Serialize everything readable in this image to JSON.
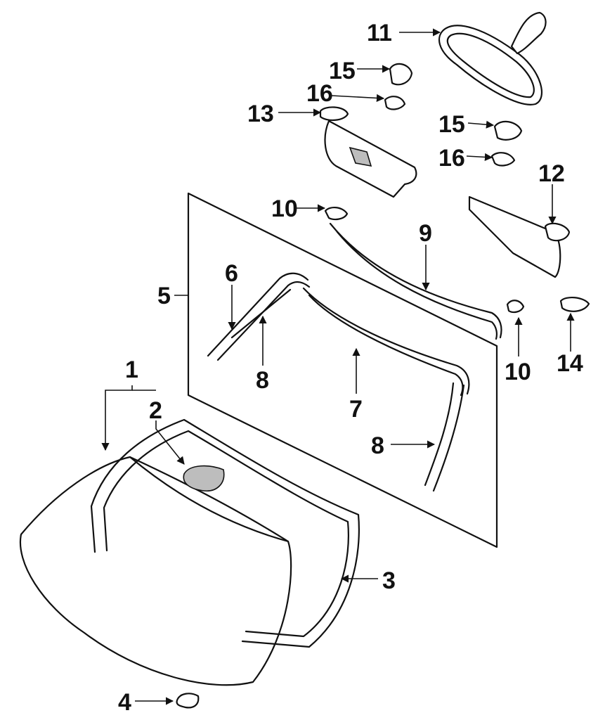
{
  "colors": {
    "line": "#111111",
    "background": "#ffffff",
    "shade": "#bdbdbd"
  },
  "callouts": [
    {
      "id": "c1",
      "label": "1"
    },
    {
      "id": "c2",
      "label": "2"
    },
    {
      "id": "c3",
      "label": "3"
    },
    {
      "id": "c4",
      "label": "4"
    },
    {
      "id": "c5",
      "label": "5"
    },
    {
      "id": "c6",
      "label": "6"
    },
    {
      "id": "c7",
      "label": "7"
    },
    {
      "id": "c8a",
      "label": "8"
    },
    {
      "id": "c8b",
      "label": "8"
    },
    {
      "id": "c9",
      "label": "9"
    },
    {
      "id": "c10a",
      "label": "10"
    },
    {
      "id": "c10b",
      "label": "10"
    },
    {
      "id": "c11",
      "label": "11"
    },
    {
      "id": "c12",
      "label": "12"
    },
    {
      "id": "c13",
      "label": "13"
    },
    {
      "id": "c14",
      "label": "14"
    },
    {
      "id": "c15a",
      "label": "15"
    },
    {
      "id": "c15b",
      "label": "15"
    },
    {
      "id": "c16a",
      "label": "16"
    },
    {
      "id": "c16b",
      "label": "16"
    }
  ]
}
